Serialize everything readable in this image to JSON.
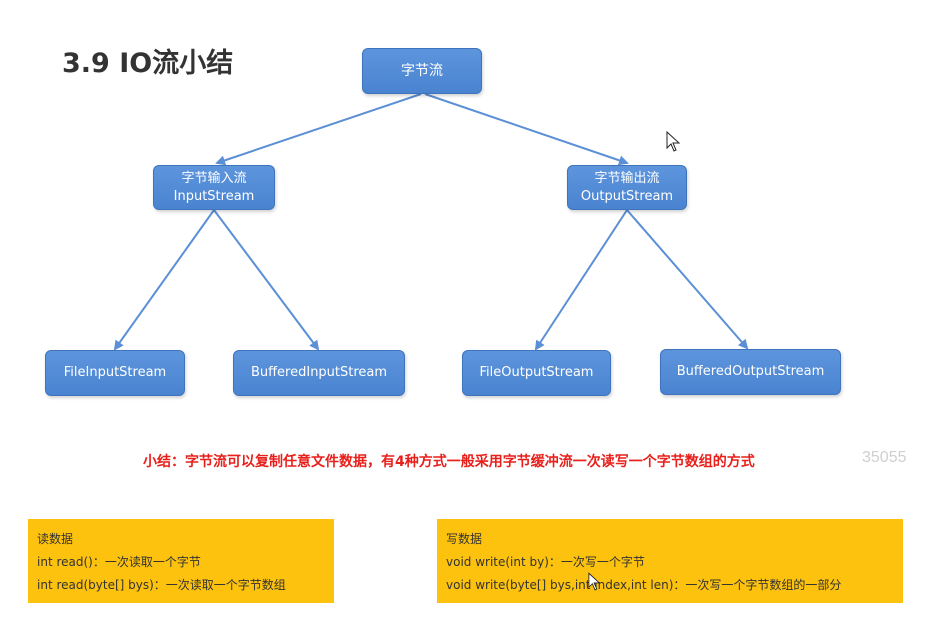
{
  "title": "3.9 IO流小结",
  "diagram": {
    "root": {
      "label": "字节流"
    },
    "input": {
      "line1": "字节输入流",
      "line2": "InputStream"
    },
    "output": {
      "line1": "字节输出流",
      "line2": "OutputStream"
    },
    "leaves": {
      "file_input": "FileInputStream",
      "buffered_input": "BufferedInputStream",
      "file_output": "FileOutputStream",
      "buffered_output": "BufferedOutputStream"
    }
  },
  "summary": "小结：字节流可以复制任意文件数据，有4种方式一般采用字节缓冲流一次读写一个字节数组的方式",
  "watermark": "35055",
  "read_box": {
    "heading": "读数据",
    "lines": [
      "int read()：一次读取一个字节",
      "int read(byte[] bys)：一次读取一个字节数组"
    ]
  },
  "write_box": {
    "heading": "写数据",
    "lines": [
      "void write(int by)：一次写一个字节",
      "void write(byte[] bys,int index,int len)：一次写一个字节数组的一部分"
    ]
  },
  "colors": {
    "node_fill": "#4f88d4",
    "arrow": "#5b8fd6",
    "summary_text": "#e8201c",
    "box_fill": "#fdc20d"
  }
}
